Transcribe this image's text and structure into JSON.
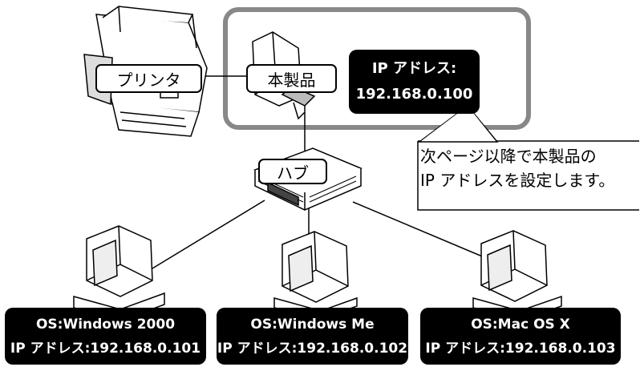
{
  "labels": {
    "printer": "プリンタ",
    "device": "本製品",
    "hub": "ハブ"
  },
  "device_ip": {
    "line1": "IP アドレス:",
    "line2": "192.168.0.100"
  },
  "callout": {
    "line1": "次ページ以降で本製品の",
    "line2": "IP アドレスを設定します。"
  },
  "computers": [
    {
      "os": "OS:Windows 2000",
      "ip": "IP アドレス:192.168.0.101"
    },
    {
      "os": "OS:Windows Me",
      "ip": "IP アドレス:192.168.0.102"
    },
    {
      "os": "OS:Mac OS X",
      "ip": "IP アドレス:192.168.0.103"
    }
  ],
  "colors": {
    "highlight_border": "#888888",
    "label_fill": "#000000",
    "label_text": "#ffffff"
  }
}
